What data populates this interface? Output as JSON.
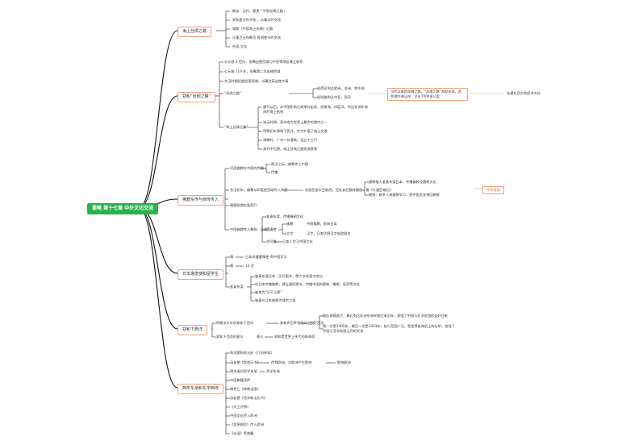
{
  "root": "要略 第十七章 中外文化交流",
  "branches": {
    "b1": {
      "title": "海上丝绸之路",
      "items": [
        "概念：汉代，意思「中国丝绸之路」",
        "郑和是对外开放 ，从事对外交流",
        "海路《中国海上丝绸》记载",
        "汗蓬卫士和朝贡 各国使节的交流",
        "外国 文化"
      ]
    },
    "b2": {
      "title": "郑和“丝绸之路”",
      "items": [
        "公元前 2 世纪，张骞出使西域与中亚等地区建立联系",
        "公元前 119 年，张骞第二次出使西域",
        "东汉时期班超经营西域，派遣甘英出使大秦",
        "“丝绸之路”",
        "“海上丝绸之路”"
      ],
      "silk_road": {
        "sub": [
          "经西亚到达欧洲，非洲，地中海",
          "经陆路到达中亚，西亚"
        ],
        "box": "汉代以来的丝绸之路，“丝绸之路”东起长安，西到地中海沿岸，全长7000多公里",
        "box_right": "沟通东西方的经济文化"
      },
      "sea_silk": [
        "唐代以后，从中国东南沿海港口出发，经南海、印度洋，到达非洲东海岸的海上航线",
        "宋元时期，泉州成为世界上最大的港口之一",
        "明朝初年郑和下西洋，大大扩展了海上交通",
        "清朝时，广州一口通商，设立十三行",
        "清代中后期，海上丝绸之路逐渐衰落"
      ]
    },
    "b3": {
      "title": "佛教东传与西传传入",
      "items": [
        "印度佛教在中国的传播",
        "东汉初年，佛教从印度经西域传入中国",
        "唐朝前期玄奘西行",
        "中国佛教传入朝鲜、日本"
      ],
      "sub1": [
        "两汉之际，佛教传入中国",
        "传播"
      ],
      "sub2": "玄奘西游天竺取经，回长安后翻译佛经，著《大唐西域记》",
      "sub2_branches": [
        "唐朝僧人鉴真东渡日本，传播佛教及唐朝文化",
        "朝鲜：新罗人来唐朝学习，把中国文化带回朝鲜"
      ],
      "sub2_box": "中外交流",
      "sub4": {
        "label": "中国佛教传入朝鲜、日本",
        "a": "鉴真东渡，传播唐朝文化",
        "b": "遣唐使",
        "b_children": [
          [
            "佛教",
            "中国佛教，影响日本"
          ],
          [
            "文字",
            "汉字，日本仿照汉字创造假名"
          ]
        ],
        "c": "学问僧",
        "c_child": "日本人学习中国文化"
      }
    },
    "b4": {
      "title": "日本遣唐使和留学生",
      "items": [
        "隋",
        "唐",
        "鉴真东渡"
      ],
      "sub_items": [
        "日本派遣遣隋使 到中国学习",
        "13 次"
      ],
      "jianzhen": [
        "鉴真东渡日本，历尽艰辛，第六次东渡才成功",
        "在日本传播佛教，建立唐招提寺，传播中国的建筑、雕塑、医药等文化",
        "被称为“天平之甍”",
        "鉴真在日本被尊为律宗之祖"
      ]
    },
    "b5": {
      "title": "郑和下西洋",
      "items": [
        "明朝永乐年间郑和下西洋",
        "郑和下西洋的意义"
      ],
      "sub1": "郑和先后率领船队七次下西洋",
      "sub1_box": "七次",
      "sub1_children": [
        "船队规模庞大，最远到达非洲东海岸和红海沿岸，加强了中国与亚非各国的友好往来",
        "第一次是1405年，最后一次是1433年；航行范围广泛，是世界航海史上的壮举，加强了中国与亚非各国之间的交流"
      ],
      "sub2": "意义",
      "sub2_child": "郑和是世界上伟大的航海家"
    },
    "b6": {
      "title": "西学东渐和东学西传",
      "items": [
        "利玛窦和徐光启《几何原本》",
        "汤若望《崇祯历书》",
        "明末清初西学东渐",
        "中国典籍西传",
        "南怀仁《坤舆全图》",
        "汤若望《西洋新法历书》",
        "《天工开物》",
        "中国文化传入欧洲",
        "《本草纲目》传入欧洲",
        "《论语》等典籍"
      ],
      "sub2a": "传到欧洲，对欧洲产生影响",
      "sub2b": "影响欧洲",
      "sub3": "西学东渐"
    }
  }
}
